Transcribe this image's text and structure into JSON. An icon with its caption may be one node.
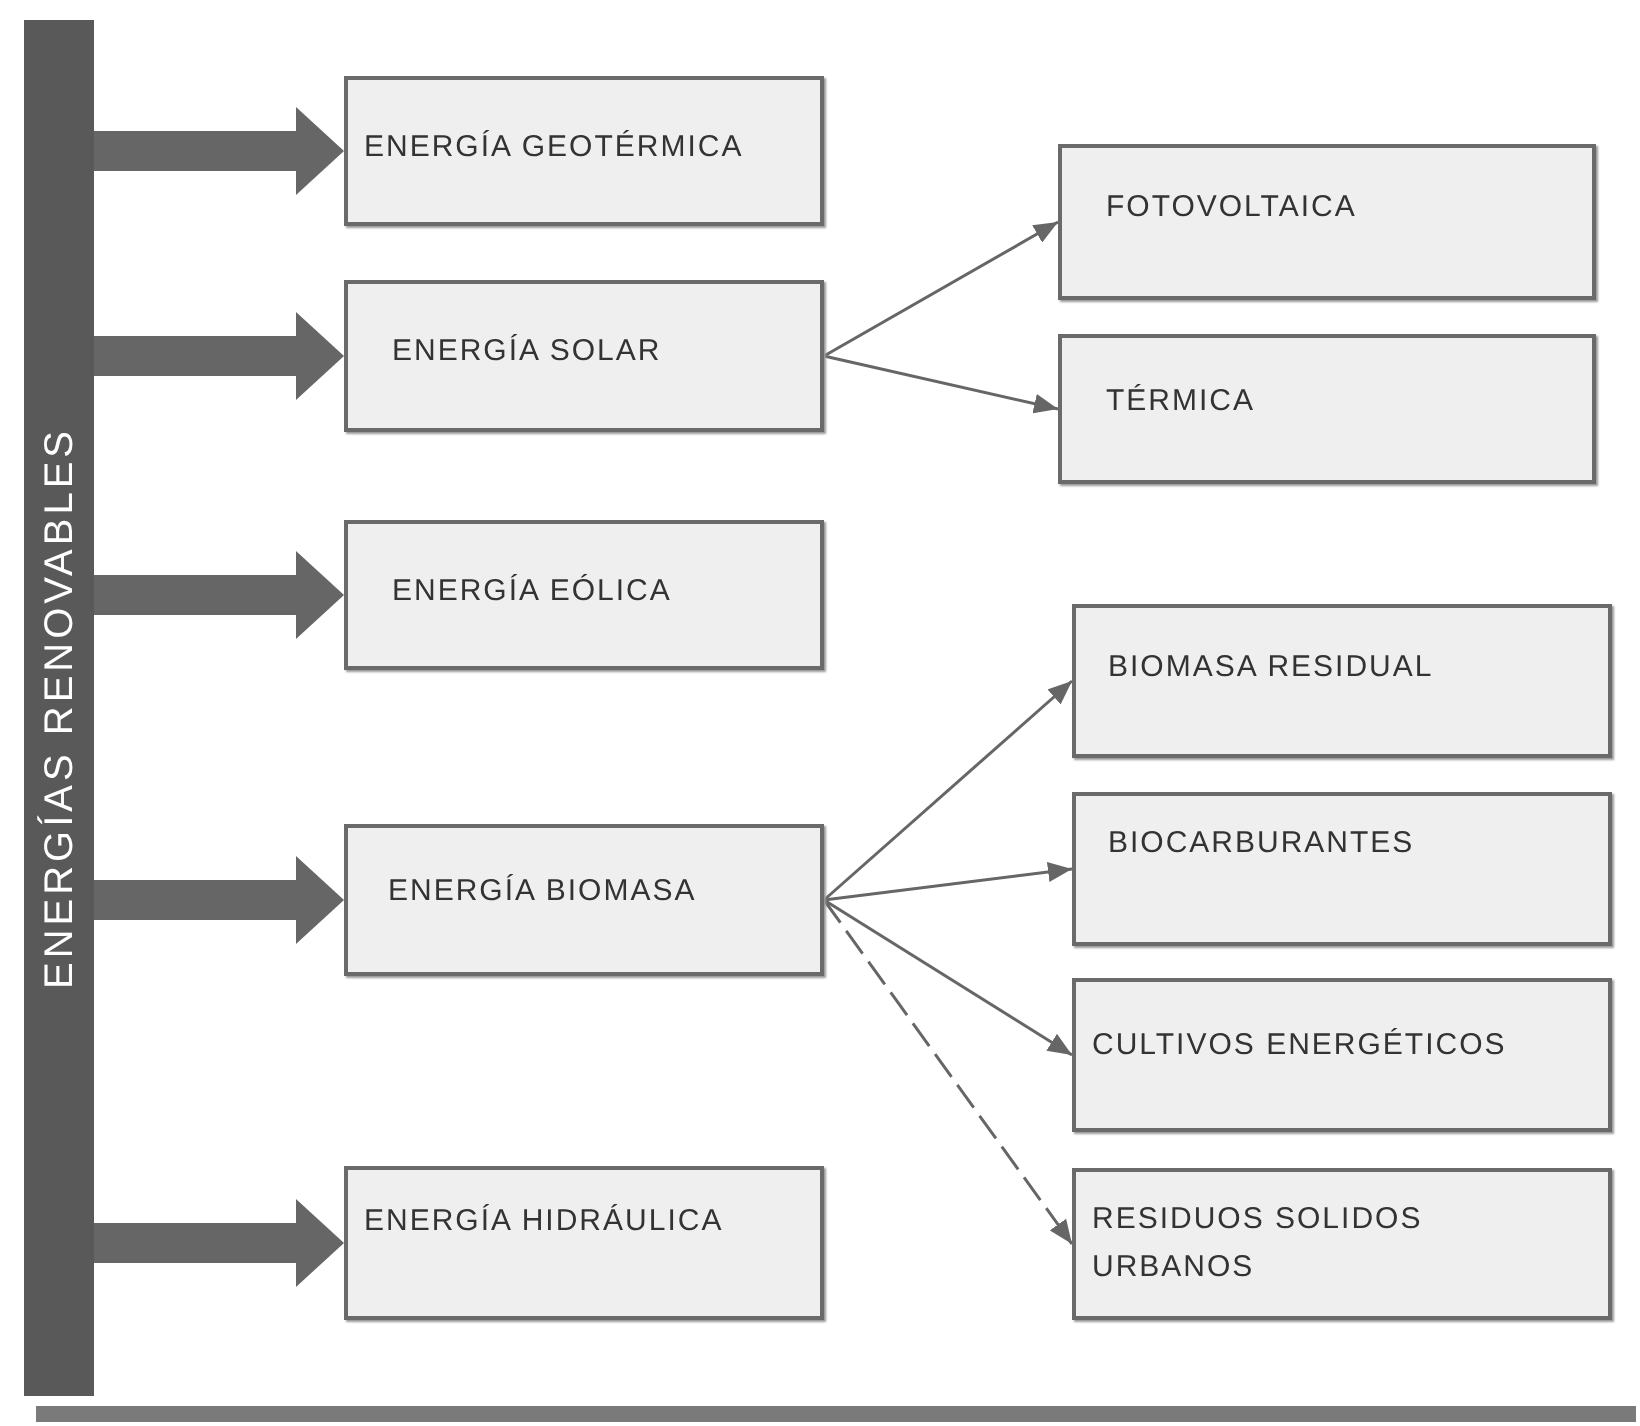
{
  "diagram": {
    "nodes": [
      {
        "text": [
          "ENERGÍAS RENOVABLES"
        ]
      },
      {
        "text": [
          "ENERGÍA GEOTÉRMICA"
        ]
      },
      {
        "text": [
          "ENERGÍA SOLAR"
        ]
      },
      {
        "text": [
          "ENERGÍA EÓLICA"
        ]
      },
      {
        "text": [
          "ENERGÍA BIOMASA"
        ]
      },
      {
        "text": [
          "ENERGÍA HIDRÁULICA"
        ]
      },
      {
        "text": [
          "FOTOVOLTAICA"
        ]
      },
      {
        "text": [
          "TÉRMICA"
        ]
      },
      {
        "text": [
          "BIOMASA RESIDUAL"
        ]
      },
      {
        "text": [
          "BIOCARBURANTES"
        ]
      },
      {
        "text": [
          "CULTIVOS ENERGÉTICOS"
        ]
      },
      {
        "text": [
          "RESIDUOS SOLIDOS URBANOS"
        ]
      }
    ],
    "edges": [
      {
        "from": 0,
        "to": 1,
        "arrow": "to",
        "style": "thick"
      },
      {
        "from": 0,
        "to": 2,
        "arrow": "to",
        "style": "thick"
      },
      {
        "from": 0,
        "to": 3,
        "arrow": "to",
        "style": "thick"
      },
      {
        "from": 0,
        "to": 4,
        "arrow": "to",
        "style": "thick"
      },
      {
        "from": 0,
        "to": 5,
        "arrow": "to",
        "style": "thick"
      },
      {
        "from": 2,
        "to": 6,
        "arrow": "to"
      },
      {
        "from": 2,
        "to": 7,
        "arrow": "to"
      },
      {
        "from": 4,
        "to": 8,
        "arrow": "to"
      },
      {
        "from": 4,
        "to": 9,
        "arrow": "to"
      },
      {
        "from": 4,
        "to": 10,
        "arrow": "to"
      },
      {
        "from": 4,
        "to": 11,
        "arrow": "to",
        "style": "dashed"
      }
    ]
  }
}
